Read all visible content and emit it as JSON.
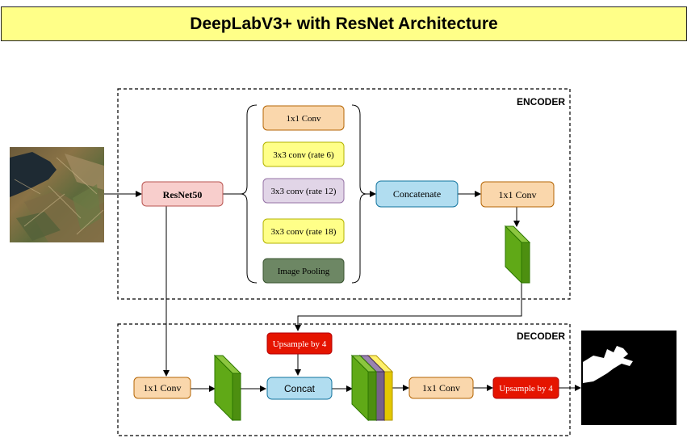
{
  "title": "DeepLabV3+ with ResNet Architecture",
  "encoder": {
    "section_label": "ENCODER",
    "backbone": "ResNet50",
    "aspp": [
      {
        "label": "1x1 Conv",
        "color": "#fad7ac"
      },
      {
        "label": "3x3 conv (rate 6)",
        "color": "#ffff88"
      },
      {
        "label": "3x3 conv (rate 12)",
        "color": "#e1d5e7"
      },
      {
        "label": "3x3 conv (rate 18)",
        "color": "#ffff88"
      },
      {
        "label": "Image Pooling",
        "color": "#6d8764"
      }
    ],
    "concatenate": "Concatenate",
    "conv_out": "1x1 Conv"
  },
  "decoder": {
    "section_label": "DECODER",
    "low_level_conv": "1x1 Conv",
    "upsample_top": "Upsample by 4",
    "concat": "Concat",
    "conv": "1x1 Conv",
    "upsample_out": "Upsample by 4"
  },
  "colors": {
    "conv": "#fad7ac",
    "backbone": "#f8cecc",
    "concat": "#b1ddf0",
    "upsample": "#e51400",
    "feature_green": "#60a917",
    "feature_purple": "#76608a",
    "feature_yellow": "#e3c800",
    "title_bg": "#ffff88"
  },
  "input_image": "satellite-terrain-image",
  "output_image": "segmentation-mask"
}
